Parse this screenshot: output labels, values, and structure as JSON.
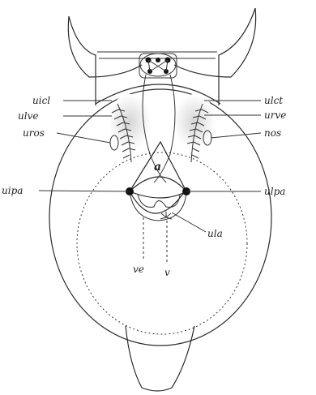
{
  "labels": {
    "uicl": "uicl",
    "ulve": "ulve",
    "uros": "uros",
    "uipa": "uipa",
    "ulct": "ulct",
    "urve": "urve",
    "nos": "nos",
    "ulpa": "ulpa",
    "a": "a",
    "ula": "ula",
    "ve": "ve",
    "v": "v"
  },
  "colors": {
    "ink": "#2a2a2a",
    "shade": "#d8d8d8",
    "background": "#ffffff"
  }
}
